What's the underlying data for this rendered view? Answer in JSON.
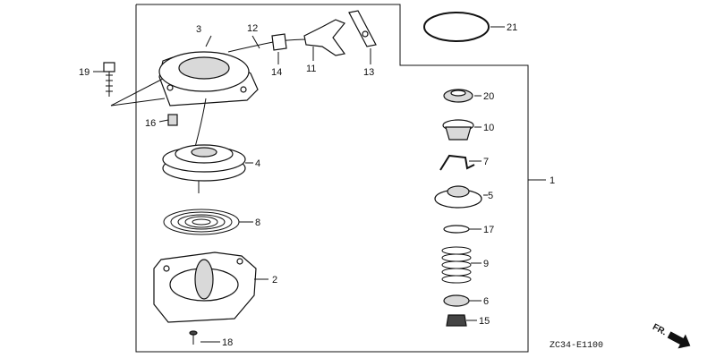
{
  "diagram": {
    "drawing_code": "ZC34-E1100",
    "direction_label": "FR.",
    "callouts": {
      "c1": "1",
      "c2": "2",
      "c3": "3",
      "c4": "4",
      "c5": "5",
      "c6": "6",
      "c7": "7",
      "c8": "8",
      "c9": "9",
      "c10": "10",
      "c11": "11",
      "c12": "12",
      "c13": "13",
      "c14": "14",
      "c15": "15",
      "c16": "16",
      "c17": "17",
      "c18": "18",
      "c19": "19",
      "c20": "20",
      "c21": "21"
    }
  }
}
